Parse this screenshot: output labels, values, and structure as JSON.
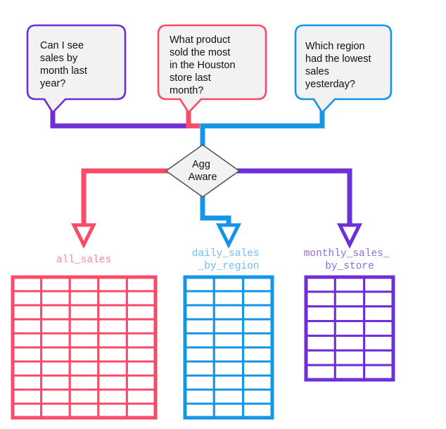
{
  "diagram": {
    "title": "Agg Aware query routing diagram",
    "colors": {
      "purple": "#6D2FD8",
      "pink": "#FB4A68",
      "blue": "#1495E6",
      "bubble_fill": "#F2F2F2",
      "diamond_fill": "#F2F2F2",
      "diamond_stroke": "#555555",
      "text": "#111111",
      "table_fill": "#FFFFFF"
    },
    "questions": [
      {
        "id": "question-month-sales",
        "lines": [
          "Can I see",
          "sales by",
          "month last",
          "year?"
        ],
        "color": "#6D2FD8"
      },
      {
        "id": "question-houston-product",
        "lines": [
          "What product",
          "sold the most",
          "in the Houston",
          "store last",
          "month?"
        ],
        "color": "#FB4A68"
      },
      {
        "id": "question-region-sales",
        "lines": [
          "Which region",
          "had the lowest",
          "sales",
          "yesterday?"
        ],
        "color": "#1495E6"
      }
    ],
    "decision": {
      "id": "agg-aware-node",
      "lines": [
        "Agg",
        "Aware"
      ],
      "label": "Agg Aware"
    },
    "tables": [
      {
        "id": "table-all-sales",
        "label_lines": [
          "all_sales"
        ],
        "color": "#FB4A68",
        "columns": 5,
        "rows": 10
      },
      {
        "id": "table-daily-sales-by-region",
        "label_lines": [
          "daily_sales",
          "_by_region"
        ],
        "color": "#1495E6",
        "columns": 3,
        "rows": 10
      },
      {
        "id": "table-monthly-sales-by-store",
        "label_lines": [
          "monthly_sales_",
          "by_store"
        ],
        "color": "#6D2FD8",
        "columns": 3,
        "rows": 7
      }
    ]
  }
}
